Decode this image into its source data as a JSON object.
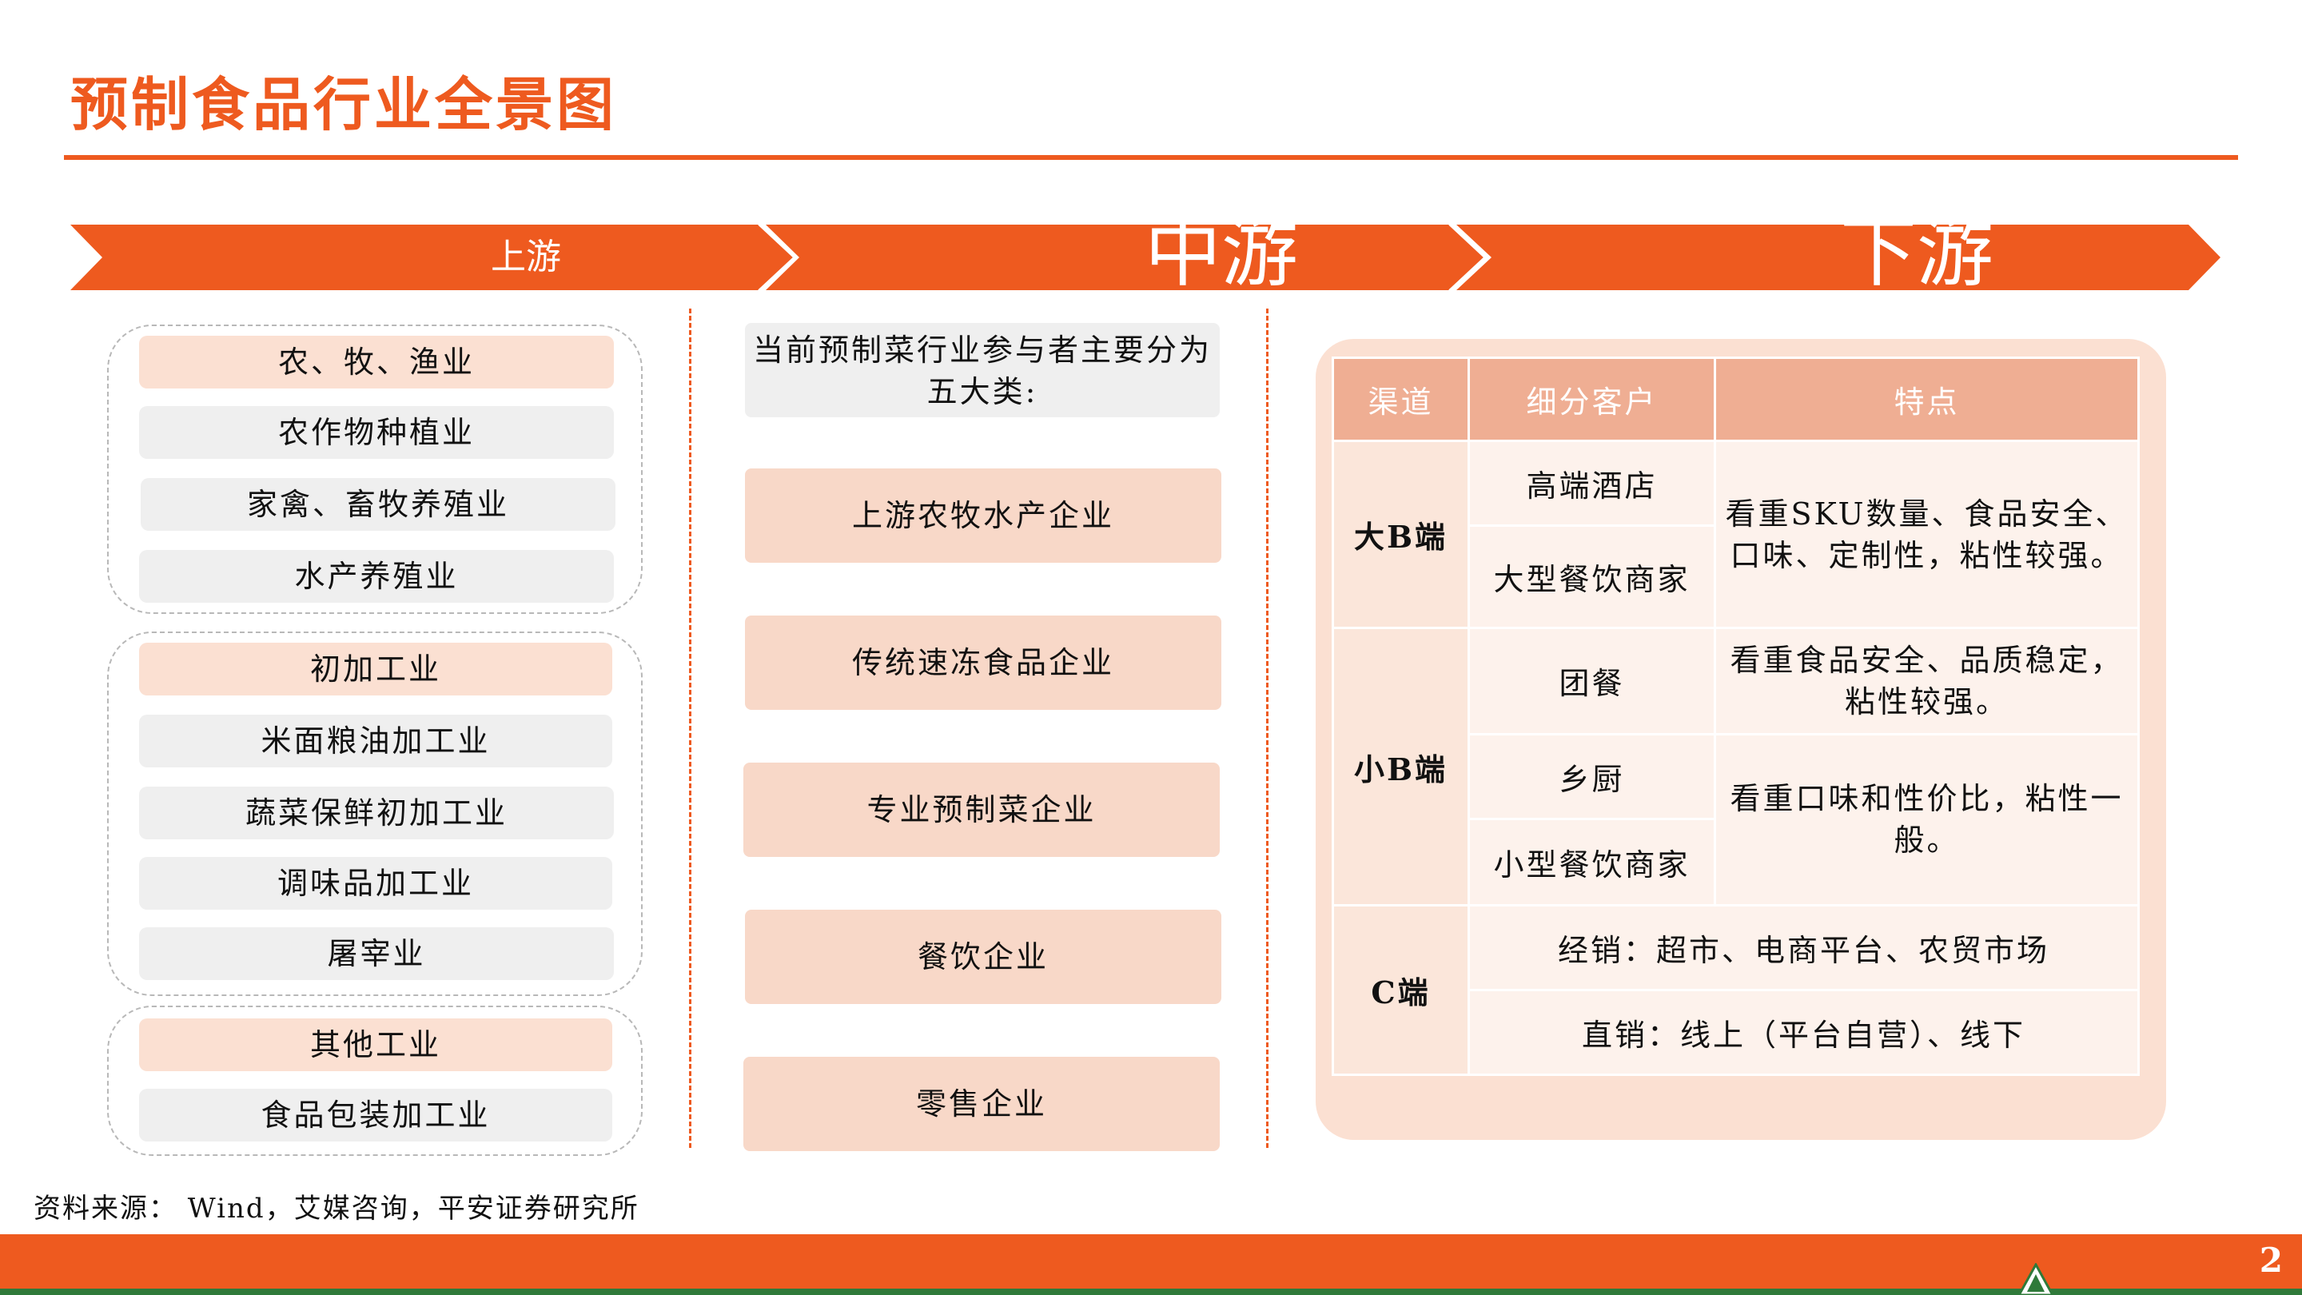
{
  "title": "预制食品行业全景图",
  "banner": {
    "upstream": "上游",
    "midstream": "中游",
    "downstream": "下游"
  },
  "upstream": {
    "groups": [
      {
        "header": "农、牧、渔业",
        "items": [
          "农作物种植业",
          "家禽、畜牧养殖业",
          "水产养殖业"
        ]
      },
      {
        "header": "初加工业",
        "items": [
          "米面粮油加工业",
          "蔬菜保鲜初加工业",
          "调味品加工业",
          "屠宰业"
        ]
      },
      {
        "header": "其他工业",
        "items": [
          "食品包装加工业"
        ]
      }
    ]
  },
  "midstream": {
    "intro": "当前预制菜行业参与者主要分为五大类:",
    "categories": [
      "上游农牧水产企业",
      "传统速冻食品企业",
      "专业预制菜企业",
      "餐饮企业",
      "零售企业"
    ]
  },
  "downstream": {
    "headers": [
      "渠道",
      "细分客户",
      "特点"
    ],
    "big_b": {
      "channel": "大B端",
      "customers": [
        "高端酒店",
        "大型餐饮商家"
      ],
      "feature": "看重SKU数量、食品安全、口味、定制性，粘性较强。"
    },
    "small_b": {
      "channel": "小B端",
      "customer1": "团餐",
      "feature1": "看重食品安全、品质稳定，粘性较强。",
      "customer2": "乡厨",
      "customer3": "小型餐饮商家",
      "feature2": "看重口味和性价比，粘性一般。"
    },
    "c_end": {
      "channel": "C端",
      "rows": [
        "经销：超市、电商平台、农贸市场",
        "直销：线上（平台自营）、线下"
      ]
    }
  },
  "source": "资料来源： Wind，艾媒咨询，平安证券研究所",
  "page_number": "2",
  "colors": {
    "accent": "#ee5a1f",
    "light_orange": "#fbe0d2",
    "gray": "#efefef",
    "header_orange": "#efae93",
    "green": "#2f7a3a"
  }
}
